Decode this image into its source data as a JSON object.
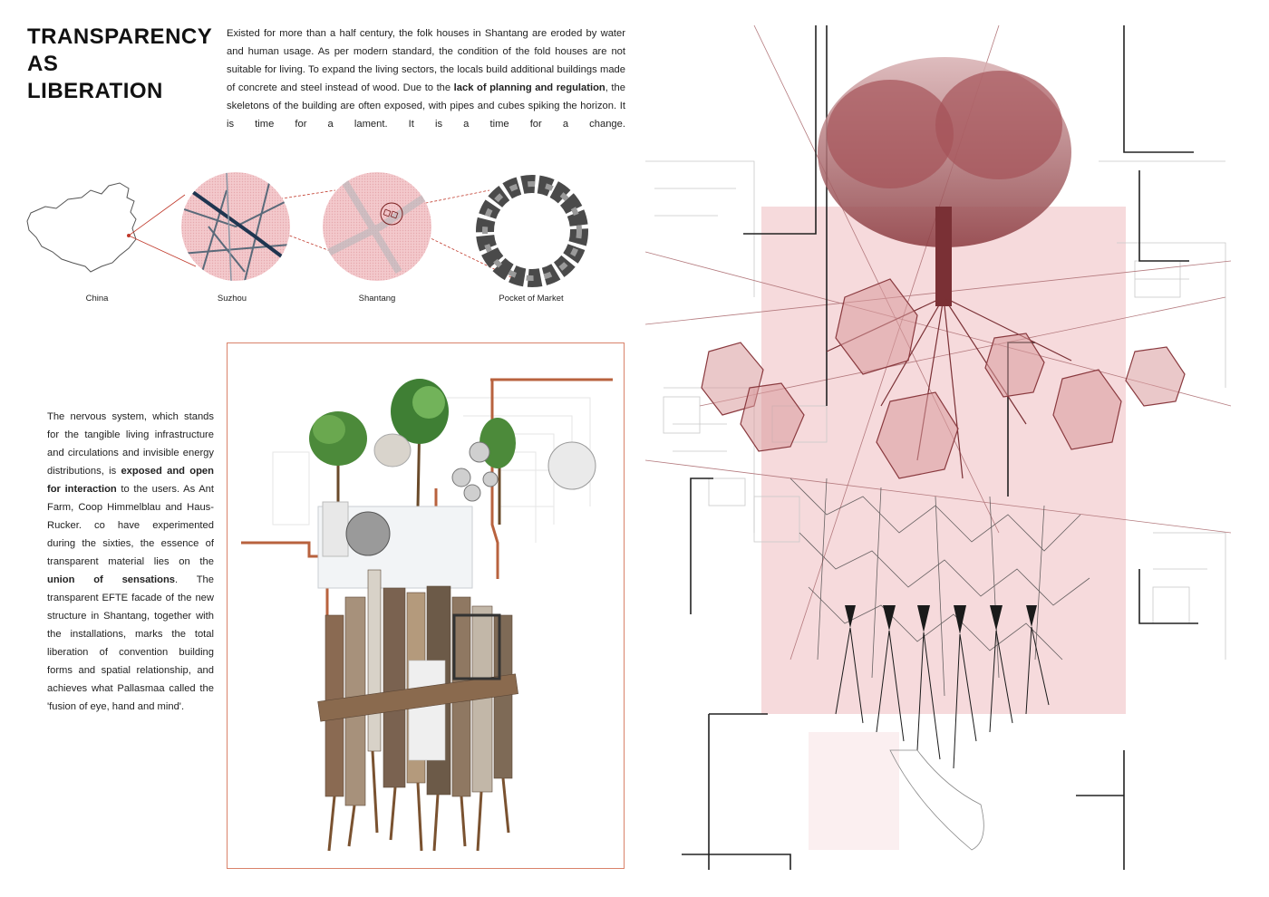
{
  "title": {
    "lines": [
      "TRANSPARENCY",
      "AS",
      "LIBERATION"
    ]
  },
  "intro": {
    "p1": "Existed for more than a half century, the folk houses in Shantang are eroded by water and human usage. As per modern standard, the condition of the fold houses are not suitable for living. To expand the living sectors, the locals build additional buildings made of concrete and steel instead of wood. Due to the ",
    "bold1": "lack of planning and regulation",
    "p2": ", the skeletons of the building are often exposed, with pipes and cubes spiking the horizon. It is time for a lament. It is a time for a change."
  },
  "map_captions": {
    "china": "China",
    "suzhou": "Suzhou",
    "shantang": "Shantang",
    "pocket": "Pocket of Market"
  },
  "body": {
    "p1": "The nervous system, which stands for the tangible living infrastructure and circulations and invisible energy distributions, is ",
    "bold1": "exposed and open for interaction",
    "p2": " to the users. As Ant Farm, Coop Himmelblau and Haus-Rucker. co have experimented during the sixties, the essence of transparent material lies on the ",
    "bold2": "union of sensations",
    "p3": ". The transparent EFTE facade of the new structure in Shantang, together with the installations, marks the total liberation of convention building forms and spatial relationship, and achieves what Pallasmaa called the 'fusion of eye, hand and mind'."
  },
  "colors": {
    "accent": "#d9826a",
    "pink": "#f4d6d8",
    "tree": "#9a4a4e",
    "dark": "#1a1a1a"
  }
}
